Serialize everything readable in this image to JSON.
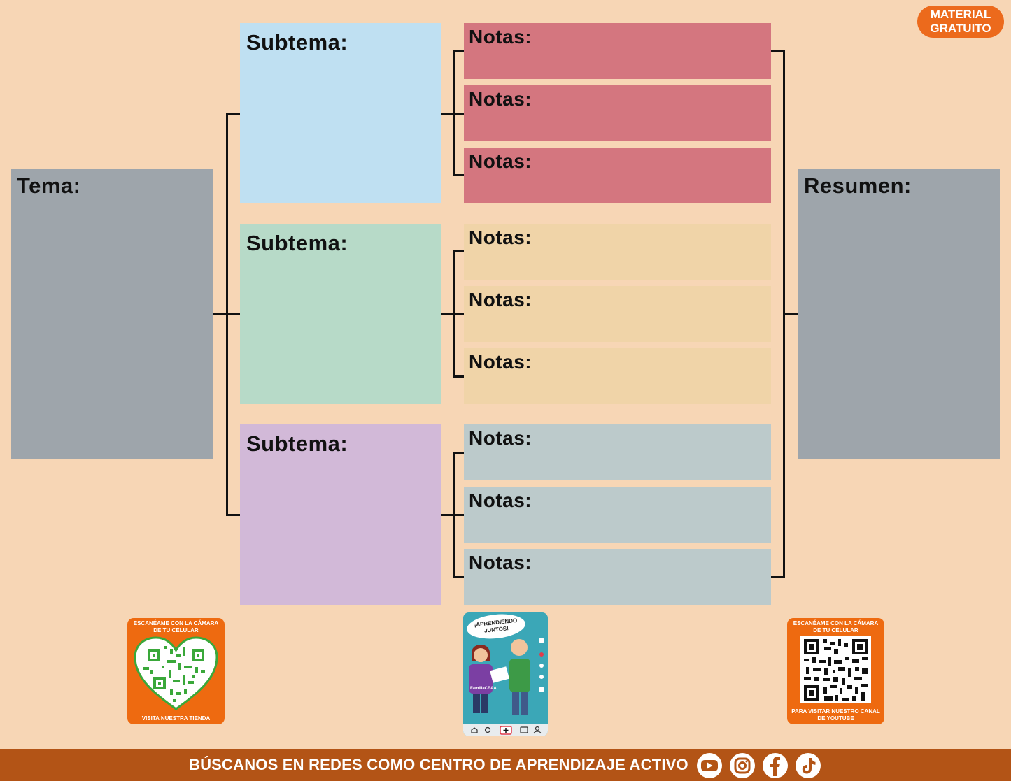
{
  "badge": {
    "line1": "MATERIAL",
    "line2": "GRATUITO"
  },
  "tema": {
    "label": "Tema:"
  },
  "resumen": {
    "label": "Resumen:"
  },
  "subtopics": [
    {
      "label": "Subtema:",
      "color": "#bfe0f2",
      "notes": [
        "Notas:",
        "Notas:",
        "Notas:"
      ],
      "notes_color": "#d4767f"
    },
    {
      "label": "Subtema:",
      "color": "#b7dac8",
      "notes": [
        "Notas:",
        "Notas:",
        "Notas:"
      ],
      "notes_color": "#f0d4a8"
    },
    {
      "label": "Subtema:",
      "color": "#d2b9d8",
      "notes": [
        "Notas:",
        "Notas:",
        "Notas:"
      ],
      "notes_color": "#bccacb"
    }
  ],
  "qr_left": {
    "top_caption": "ESCANÉAME CON LA CÁMARA DE TU CELULAR",
    "bottom_caption": "VISITA NUESTRA TIENDA"
  },
  "qr_right": {
    "top_caption": "ESCANÉAME CON LA CÁMARA DE TU CELULAR",
    "bottom_caption": "PARA VISITAR NUESTRO CANAL DE YOUTUBE"
  },
  "phone": {
    "bubble": "¡APRENDIENDO JUNTOS!",
    "handle": "FamiliaCEAA"
  },
  "footer": {
    "text": "BÚSCANOS EN REDES COMO CENTRO DE APRENDIZAJE ACTIVO",
    "icons": [
      "youtube-icon",
      "instagram-icon",
      "facebook-icon",
      "tiktok-icon"
    ]
  },
  "colors": {
    "background": "#f7d6b5",
    "accent": "#ec6a1c",
    "footer": "#b35416",
    "box_gray": "#9ea5ab"
  }
}
